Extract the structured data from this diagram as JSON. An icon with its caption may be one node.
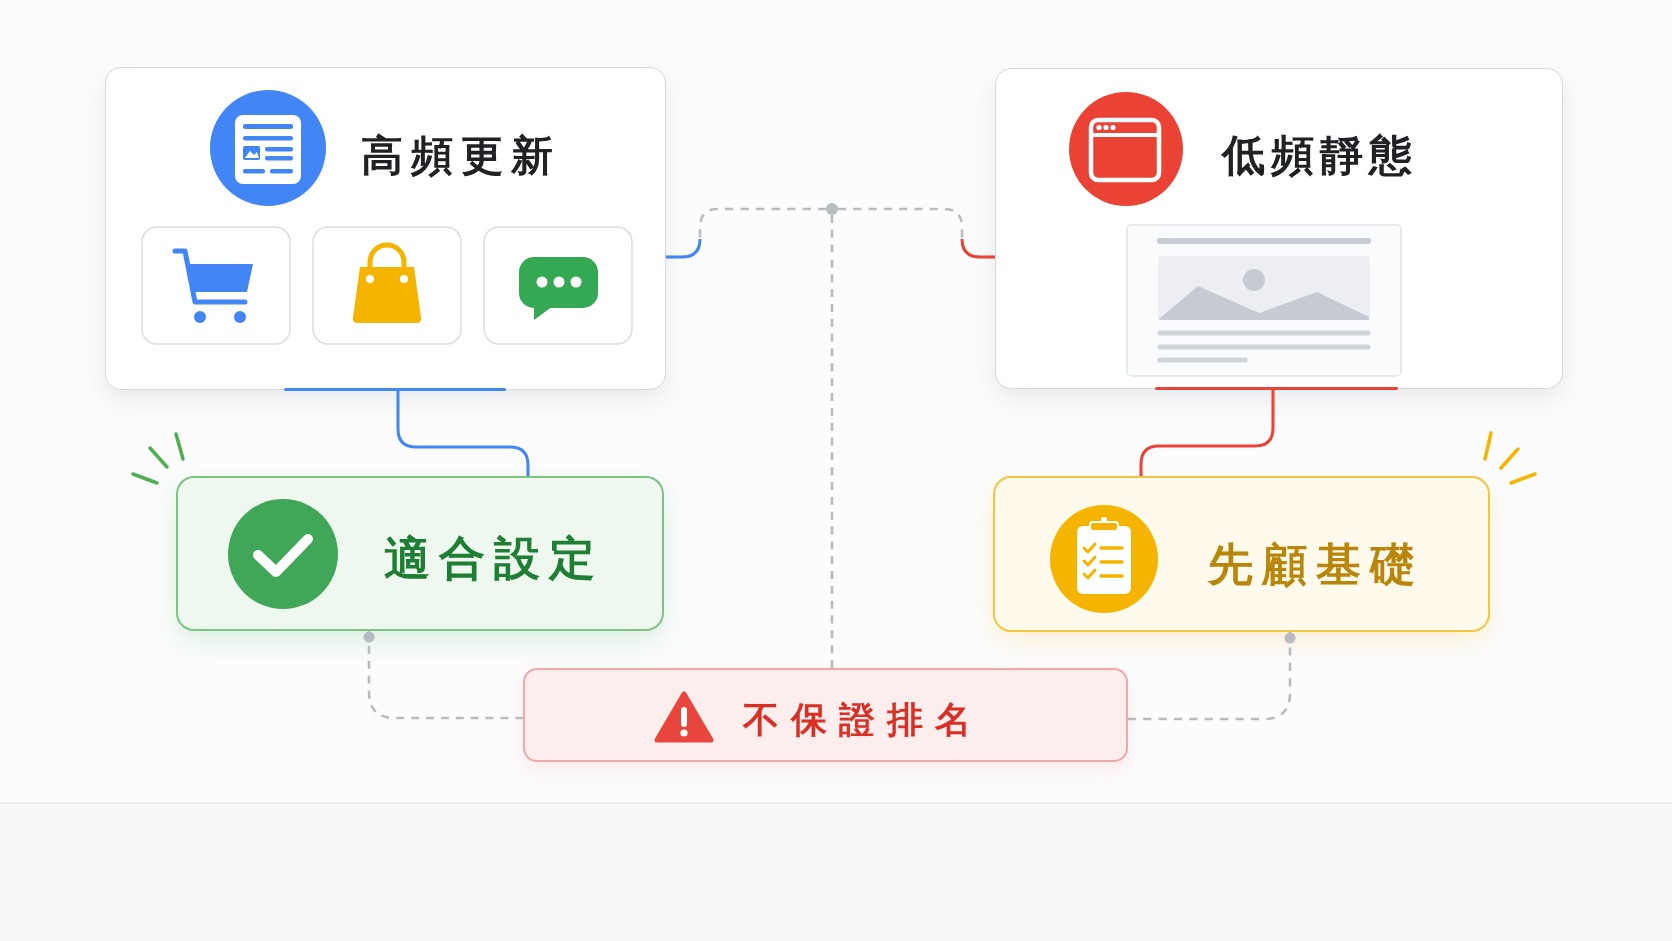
{
  "diagram": {
    "nodes": [
      {
        "text": [
          "高頻更新"
        ]
      },
      {
        "text": [
          "低頻靜態"
        ]
      },
      {
        "text": [
          "適合設定"
        ]
      },
      {
        "text": [
          "先顧基礎"
        ]
      },
      {
        "text": [
          "不保證排名"
        ]
      },
      {
        "text": [],
        "shape": "circle"
      }
    ],
    "edges": [
      {
        "from": 0,
        "to": 5,
        "arrow": "none",
        "style": "dashed"
      },
      {
        "from": 5,
        "to": 1,
        "arrow": "none",
        "style": "dashed"
      },
      {
        "from": 5,
        "to": 4,
        "arrow": "none",
        "style": "dashed"
      },
      {
        "from": 0,
        "to": 2,
        "arrow": "none",
        "color": "#4285f4"
      },
      {
        "from": 1,
        "to": 3,
        "arrow": "none",
        "color": "#ea4335"
      },
      {
        "from": 2,
        "to": 4,
        "arrow": "other",
        "style": "dashed"
      },
      {
        "from": 3,
        "to": 4,
        "arrow": "other",
        "style": "dashed"
      }
    ]
  }
}
